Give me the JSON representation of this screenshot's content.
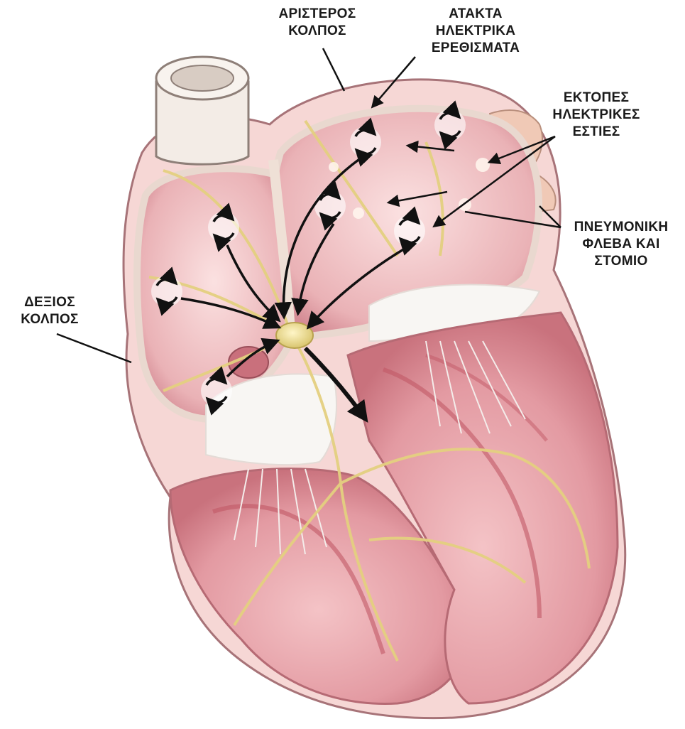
{
  "labels": {
    "left_atrium": {
      "lines": [
        "ΑΡΙΣΤΕΡΟΣ",
        "ΚΟΛΠΟΣ"
      ]
    },
    "irregular_impulses": {
      "lines": [
        "ΑΤΑΚΤΑ",
        "ΗΛΕΚΤΡΙΚΑ",
        "ΕΡΕΘΙΣΜΑΤΑ"
      ]
    },
    "ectopic_foci": {
      "lines": [
        "ΕΚΤΟΠΕΣ",
        "ΗΛΕΚΤΡΙΚΕΣ",
        "ΕΣΤΙΕΣ"
      ]
    },
    "pulmonary_vein": {
      "lines": [
        "ΠΝΕΥΜΟΝΙΚΗ",
        "ΦΛΕΒΑ ΚΑΙ",
        "ΣΤΟΜΙΟ"
      ]
    },
    "right_atrium": {
      "lines": [
        "ΔΕΞΙΟΣ",
        "ΚΟΛΠΟΣ"
      ]
    }
  },
  "colors": {
    "myocardium": "#e8a1a6",
    "myocardium_dark": "#b8505c",
    "chamber_inner": "#f2c9c9",
    "conduction_path": "#e6d48a",
    "node": "#f0e6a0",
    "valve": "#f7f3ef",
    "leader_line": "#111111"
  }
}
